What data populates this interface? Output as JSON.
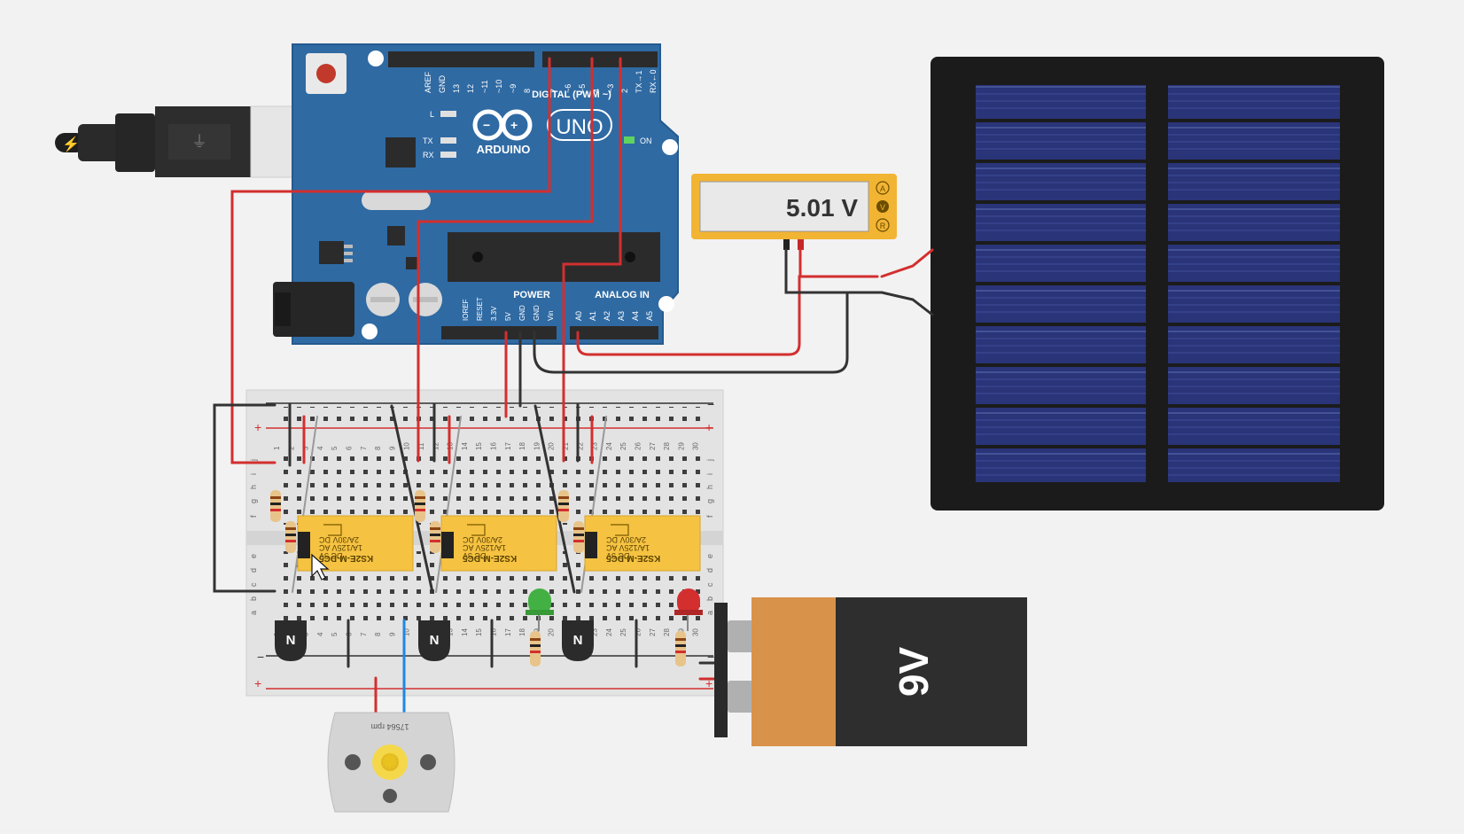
{
  "arduino": {
    "brand": "ARDUINO",
    "model": "UNO",
    "digital_label": "DIGITAL (PWM ~)",
    "power_label": "POWER",
    "analog_label": "ANALOG IN",
    "on_label": "ON",
    "led_l": "L",
    "led_tx": "TX",
    "led_rx": "RX",
    "digital_pins": [
      "AREF",
      "GND",
      "13",
      "12",
      "~11",
      "~10",
      "~9",
      "8",
      "7",
      "~6",
      "~5",
      "4",
      "~3",
      "2",
      "TX→1",
      "RX←0"
    ],
    "power_pins": [
      "IOREF",
      "RESET",
      "3.3V",
      "5V",
      "GND",
      "GND",
      "Vin"
    ],
    "analog_pins": [
      "A0",
      "A1",
      "A2",
      "A3",
      "A4",
      "A5"
    ]
  },
  "multimeter": {
    "reading": "5.01 V",
    "mode_a": "A",
    "mode_v": "V",
    "mode_r": "R"
  },
  "relays": [
    {
      "model": "KS2E-M-DC5",
      "coil": "DC 5V",
      "rating1": "1A/125V AC",
      "rating2": "2A/30V DC"
    },
    {
      "model": "KS2E-M-DC5",
      "coil": "DC 5V",
      "rating1": "1A/125V AC",
      "rating2": "2A/30V DC"
    },
    {
      "model": "KS2E-M-DC5",
      "coil": "DC 5V",
      "rating1": "1A/125V AC",
      "rating2": "2A/30V DC"
    }
  ],
  "transistor_label": "N",
  "battery": {
    "label": "9V"
  },
  "motor": {
    "rpm": "17564 rpm"
  },
  "breadboard": {
    "rail_plus": "+",
    "rail_minus": "−",
    "rows_top": [
      "j",
      "i",
      "h",
      "g",
      "f"
    ],
    "rows_bottom": [
      "e",
      "d",
      "c",
      "b",
      "a"
    ],
    "columns": [
      "1",
      "2",
      "3",
      "4",
      "5",
      "6",
      "7",
      "8",
      "9",
      "10",
      "11",
      "12",
      "13",
      "14",
      "15",
      "16",
      "17",
      "18",
      "19",
      "20",
      "21",
      "22",
      "23",
      "24",
      "25",
      "26",
      "27",
      "28",
      "29",
      "30"
    ]
  },
  "colors": {
    "background": "#f2f2f2",
    "arduino_board": "#2f6aa3",
    "wire_red": "#d32f2f",
    "wire_black": "#333333",
    "wire_blue": "#1e88e5",
    "relay_body": "#f5c242",
    "multimeter_frame": "#f2b433",
    "solar_frame": "#1b1b1b",
    "solar_cell": "#28337a",
    "battery_body": "#2e2e2e",
    "battery_cap": "#d9924a",
    "led_green": "#43b043",
    "led_red": "#d32f2f"
  }
}
